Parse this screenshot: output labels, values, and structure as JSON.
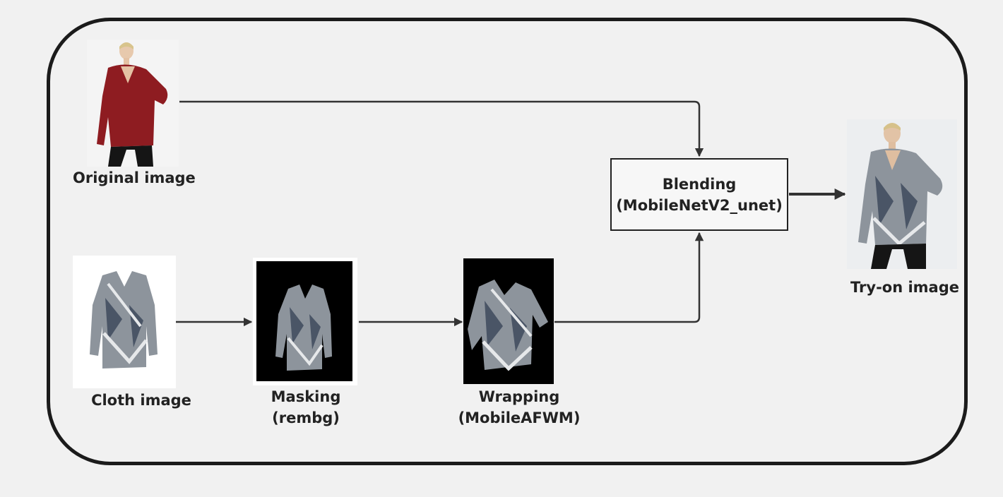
{
  "nodes": {
    "original_image": {
      "label": "Original image"
    },
    "cloth_image": {
      "label": "Cloth image"
    },
    "masking": {
      "label_line1": "Masking",
      "label_line2": "(rembg)"
    },
    "wrapping": {
      "label_line1": "Wrapping",
      "label_line2": "(MobileAFWM)"
    },
    "blending": {
      "label_line1": "Blending",
      "label_line2": "(MobileNetV2_unet)"
    },
    "tryon_image": {
      "label": "Try-on image"
    }
  },
  "colors": {
    "frame": "#1b1b1b",
    "sweater_red": "#8e1c21",
    "pattern_gray": "#8d949c",
    "dark_panel": "#000000"
  }
}
